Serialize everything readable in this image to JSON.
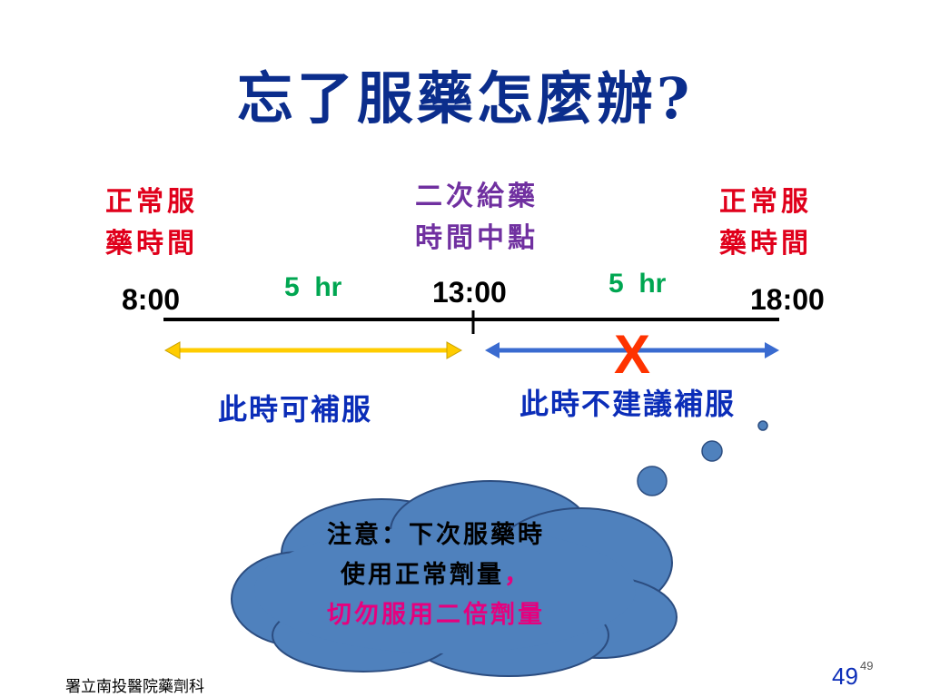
{
  "title": "忘了服藥怎麼辦?",
  "labels": {
    "left_normal_line1": "正常服",
    "left_normal_line2": "藥時間",
    "mid_line1": "二次給藥",
    "mid_line2": "時間中點",
    "right_normal_line1": "正常服",
    "right_normal_line2": "藥時間"
  },
  "timeline": {
    "t_start": "8:00",
    "t_mid": "13:00",
    "t_end": "18:00",
    "gap_left": "5  hr",
    "gap_right": "5  hr"
  },
  "notes": {
    "can_take": "此時可補服",
    "not_recommended": "此時不建議補服",
    "x_mark": "X"
  },
  "cloud": {
    "line1": "注意：下次服藥時",
    "line2": "使用正常劑量",
    "comma": "，",
    "line3": "切勿服用二倍劑量"
  },
  "footer": {
    "org": "署立南投醫院藥劑科",
    "page_number": "49",
    "page_superscript": "49"
  },
  "colors": {
    "title": "#0b2d8c",
    "red": "#e0001b",
    "purple": "#7030a0",
    "green": "#00a651",
    "blue": "#0b2db8",
    "yellow_arrow": "#ffcc00",
    "blue_arrow": "#3a6bd0",
    "cloud_fill": "#4f81bd",
    "warn": "#e6007e"
  }
}
